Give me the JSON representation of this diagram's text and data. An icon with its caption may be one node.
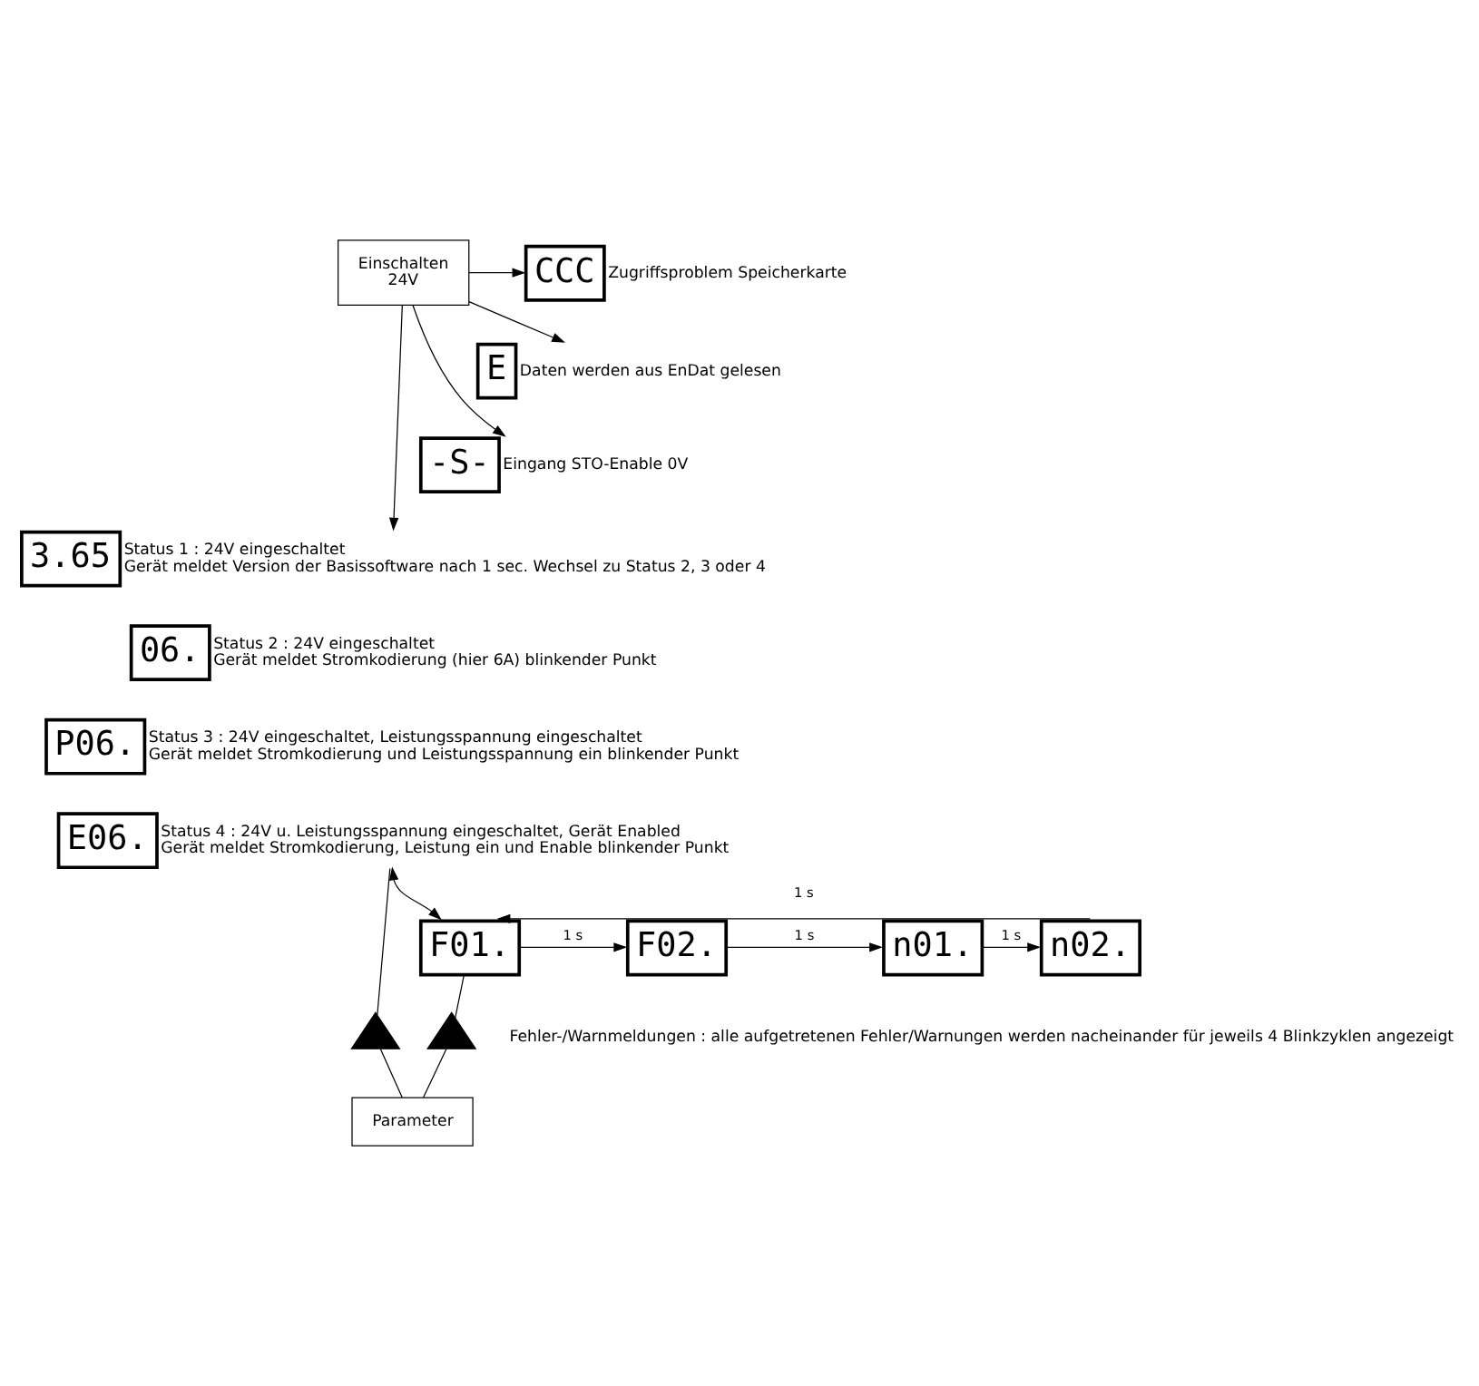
{
  "diagram": {
    "nodes": [
      {
        "text": [
          "Einschalten",
          "24V"
        ]
      },
      {
        "text": [
          "CCC"
        ],
        "beside": [
          "Zugriffsproblem Speicherkarte"
        ]
      },
      {
        "text": [
          "E"
        ],
        "beside": [
          "Daten werden aus EnDat gelesen"
        ]
      },
      {
        "text": [
          "-S-"
        ],
        "beside": [
          "Eingang STO-Enable 0V"
        ]
      },
      {
        "text": [
          "3.65"
        ],
        "beside": [
          "Status 1 : 24V eingeschaltet",
          "Gerät meldet Version der Basissoftware nach 1 sec. Wechsel zu Status 2, 3 oder 4"
        ]
      },
      {
        "text": [
          "06."
        ],
        "beside": [
          "Status 2 : 24V eingeschaltet",
          "Gerät meldet Stromkodierung (hier 6A) blinkender Punkt"
        ]
      },
      {
        "text": [
          "P06."
        ],
        "beside": [
          "Status 3 : 24V eingeschaltet, Leistungsspannung eingeschaltet",
          "Gerät meldet Stromkodierung und Leistungsspannung ein blinkender Punkt"
        ]
      },
      {
        "text": [
          "E06."
        ],
        "beside": [
          "Status 4 : 24V u. Leistungsspannung eingeschaltet, Gerät Enabled",
          "Gerät meldet Stromkodierung, Leistung ein und Enable blinkender Punkt"
        ]
      },
      {
        "text": [
          "F01."
        ]
      },
      {
        "text": [
          "F02."
        ]
      },
      {
        "text": [
          "n01."
        ]
      },
      {
        "text": [
          "n02."
        ]
      },
      {
        "text": [],
        "shape": "triangle"
      },
      {
        "text": [],
        "shape": "triangle"
      },
      {
        "text": [
          "Parameter"
        ]
      }
    ],
    "edges": [
      {
        "from": 0,
        "to": 1,
        "arrow": "to"
      },
      {
        "from": 0,
        "to": 2,
        "arrow": "to"
      },
      {
        "from": 0,
        "to": 3,
        "arrow": "to"
      },
      {
        "from": 0,
        "to": 4,
        "arrow": "to"
      },
      {
        "from": 7,
        "to": 8,
        "arrow": "both"
      },
      {
        "from": 8,
        "to": 9,
        "arrow": "to",
        "label": "1 s"
      },
      {
        "from": 9,
        "to": 10,
        "arrow": "to",
        "label": "1 s"
      },
      {
        "from": 10,
        "to": 11,
        "arrow": "to",
        "label": "1 s"
      },
      {
        "from": 11,
        "to": 8,
        "arrow": "to",
        "label": "1 s"
      },
      {
        "from": 7,
        "to": 12,
        "arrow": "none"
      },
      {
        "from": 8,
        "to": 13,
        "arrow": "none"
      },
      {
        "from": 12,
        "to": 14,
        "arrow": "none"
      },
      {
        "from": 13,
        "to": 14,
        "arrow": "none"
      }
    ],
    "labels": [
      "Fehler-/Warnmeldungen : alle aufgetretenen Fehler/Warnungen werden nacheinander für jeweils 4 Blinkzyklen angezeigt"
    ]
  }
}
